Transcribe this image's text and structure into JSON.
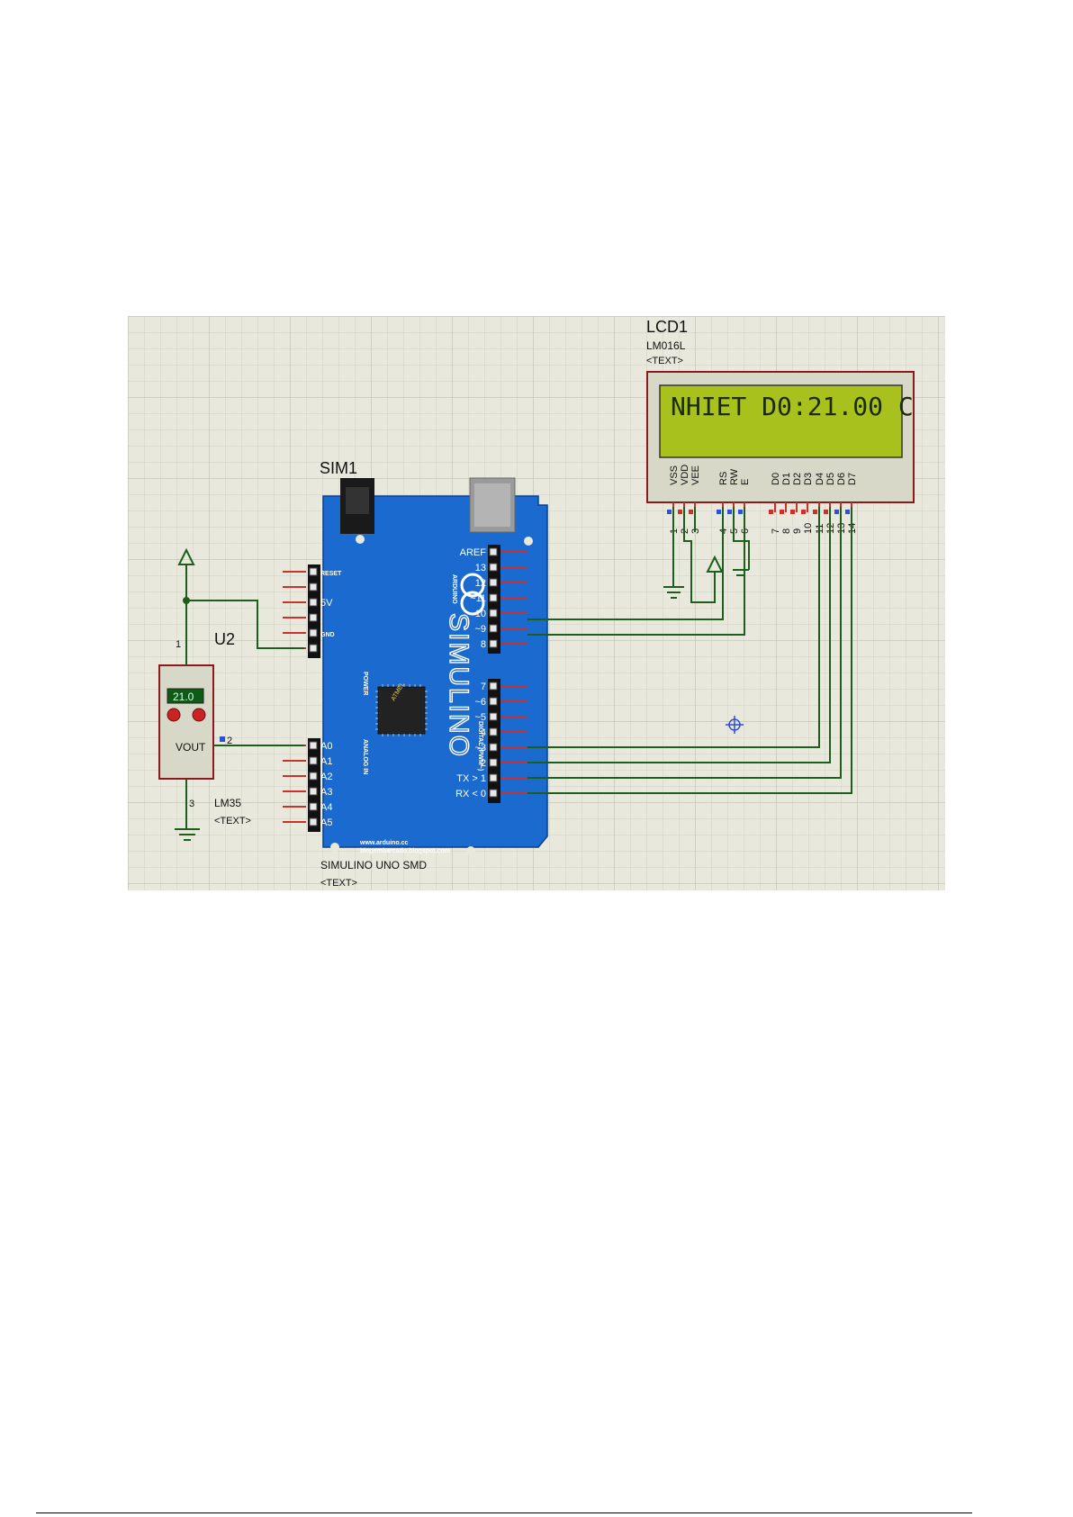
{
  "lcd": {
    "ref": "LCD1",
    "model": "LM016L",
    "text_placeholder": "<TEXT>",
    "display_text": "NHIET D0:21.00 C",
    "pins": [
      {
        "name": "VSS",
        "num": "1"
      },
      {
        "name": "VDD",
        "num": "2"
      },
      {
        "name": "VEE",
        "num": "3"
      },
      {
        "name": "RS",
        "num": "4"
      },
      {
        "name": "RW",
        "num": "5"
      },
      {
        "name": "E",
        "num": "6"
      },
      {
        "name": "D0",
        "num": "7"
      },
      {
        "name": "D1",
        "num": "8"
      },
      {
        "name": "D2",
        "num": "9"
      },
      {
        "name": "D3",
        "num": "10"
      },
      {
        "name": "D4",
        "num": "11"
      },
      {
        "name": "D5",
        "num": "12"
      },
      {
        "name": "D6",
        "num": "13"
      },
      {
        "name": "D7",
        "num": "14"
      }
    ]
  },
  "arduino": {
    "ref": "SIM1",
    "model": "SIMULINO UNO SMD",
    "text_placeholder": "<TEXT>",
    "brand_text": "SIMULINO",
    "arduino_text": "ARDUINO",
    "url1": "www.arduino.cc",
    "url2": "blogembarcado.blogspot.com",
    "chip_text": "ATMEL",
    "digital_pins_top": [
      "AREF",
      "13",
      "12",
      "~11",
      "~10",
      "~9",
      "8"
    ],
    "digital_pins_bottom": [
      "7",
      "~6",
      "~5",
      "4",
      "~3",
      "2",
      "TX > 1",
      "RX < 0"
    ],
    "power_pins": [
      "RESET",
      "5V",
      "GND"
    ],
    "power_label": "POWER",
    "analog_pins": [
      "A0",
      "A1",
      "A2",
      "A3",
      "A4",
      "A5"
    ],
    "analog_label": "ANALOG IN",
    "digital_label": "DIGITAL (PWM~)"
  },
  "sensor": {
    "ref": "U2",
    "model": "LM35",
    "text_placeholder": "<TEXT>",
    "reading": "21.0",
    "out_label": "VOUT",
    "pin_vcc": "1",
    "pin_out": "2",
    "pin_gnd": "3"
  },
  "colors": {
    "grid_bg": "#e8e8dc",
    "grid_line": "#c9c9b8",
    "wire": "#1d5e1d",
    "board": "#1a6ad0",
    "lcd_screen": "#a9c11d",
    "lcd_body": "#d8d8c8",
    "pin_red": "#c8322c",
    "pin_blue": "#2e4fd6"
  }
}
